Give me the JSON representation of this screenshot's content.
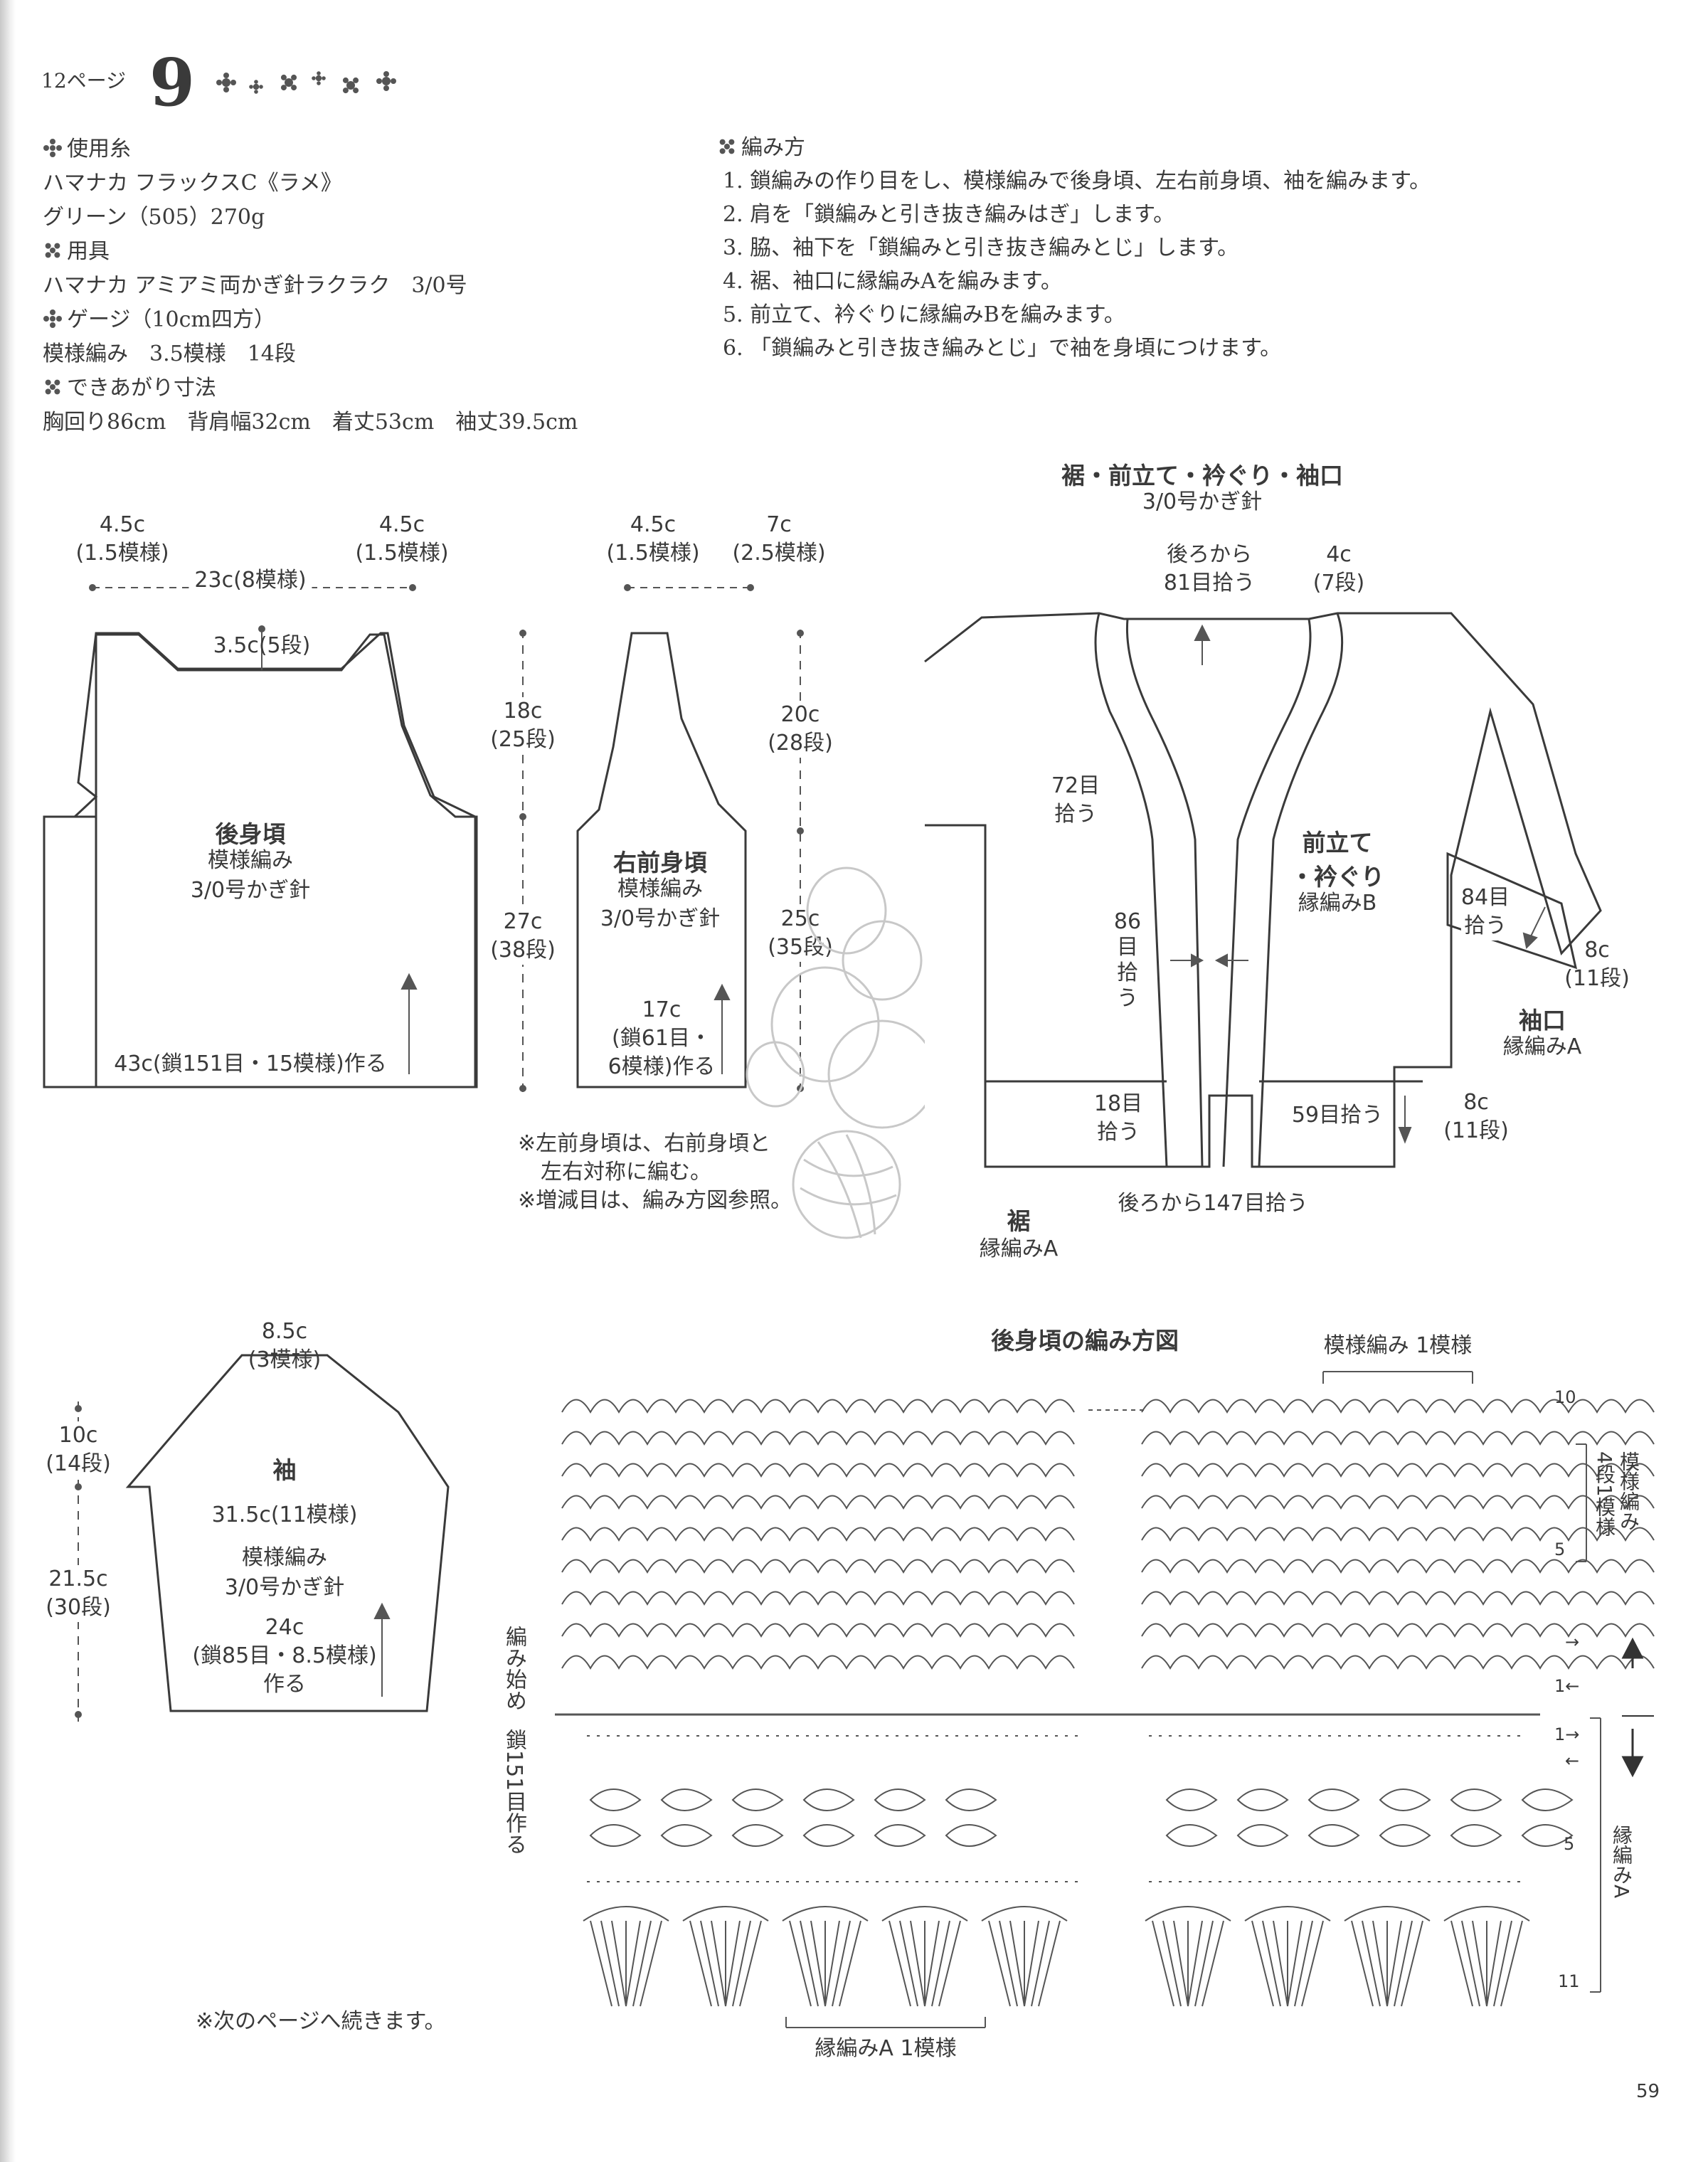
{
  "header": {
    "page_ref": "12ページ",
    "pattern_number": "9"
  },
  "materials": {
    "yarn_heading": "使用糸",
    "yarn_line1": "ハマナカ フラックスC《ラメ》",
    "yarn_line2": "グリーン（505）270g",
    "tools_heading": "用具",
    "tools_line1": "ハマナカ アミアミ両かぎ針ラクラク　3/0号",
    "gauge_heading": "ゲージ（10cm四方）",
    "gauge_line1": "模様編み　3.5模様　14段",
    "size_heading": "できあがり寸法",
    "size_line1": "胸回り86cm　背肩幅32cm　着丈53cm　袖丈39.5cm"
  },
  "instructions": {
    "heading": "編み方",
    "steps": [
      "1. 鎖編みの作り目をし、模様編みで後身頃、左右前身頃、袖を編みます。",
      "2. 肩を「鎖編みと引き抜き編みはぎ」します。",
      "3. 脇、袖下を「鎖編みと引き抜き編みとじ」します。",
      "4. 裾、袖口に縁編みAを編みます。",
      "5. 前立て、衿ぐりに縁編みBを編みます。",
      "6. 「鎖編みと引き抜き編みとじ」で袖を身頃につけます。"
    ]
  },
  "back_body": {
    "title": "後身頃",
    "stitch": "模様編み",
    "hook": "3/0号かぎ針",
    "shoulder_left": "4.5c",
    "shoulder_left_sub": "(1.5模様)",
    "shoulder_right": "4.5c",
    "shoulder_right_sub": "(1.5模様)",
    "back_width": "23c(8模様)",
    "neck_depth": "3.5c(5段)",
    "armhole": "18c",
    "armhole_sub": "(25段)",
    "side": "27c",
    "side_sub": "(38段)",
    "bottom": "43c(鎖151目・15模様)作る"
  },
  "front_body": {
    "title": "右前身頃",
    "stitch": "模様編み",
    "hook": "3/0号かぎ針",
    "shoulder": "4.5c",
    "shoulder_sub": "(1.5模様)",
    "neck": "7c",
    "neck_sub": "(2.5模様)",
    "armhole": "20c",
    "armhole_sub": "(28段)",
    "side": "25c",
    "side_sub": "(35段)",
    "bottom_1": "17c",
    "bottom_2": "(鎖61目・",
    "bottom_3": "6模様)作る",
    "note1": "※左前身頃は、右前身頃と",
    "note1b": "左右対称に編む。",
    "note2": "※増減目は、編み方図参照。"
  },
  "finishing": {
    "title": "裾・前立て・衿ぐり・袖口",
    "hook": "3/0号かぎ針",
    "back_pick": "後ろから",
    "back_pick2": "81目拾う",
    "band_width": "4c",
    "band_width_sub": "(7段)",
    "neck_pick": "72目",
    "neck_pick2": "拾う",
    "front_pick1": "86",
    "front_pick2": "目",
    "front_pick3": "拾",
    "front_pick4": "う",
    "front_band_title1": "前立て",
    "front_band_title2": "・衿ぐり",
    "front_band_stitch": "縁編みB",
    "cuff_pick": "84目",
    "cuff_pick2": "拾う",
    "cuff_len": "8c",
    "cuff_len_sub": "(11段)",
    "cuff_title": "袖口",
    "cuff_stitch": "縁編みA",
    "hem_left_pick": "18目",
    "hem_left_pick2": "拾う",
    "hem_right_pick": "59目拾う",
    "hem_len": "8c",
    "hem_len_sub": "(11段)",
    "hem_back_pick": "後ろから147目拾う",
    "hem_title": "裾",
    "hem_stitch": "縁編みA"
  },
  "sleeve": {
    "title": "袖",
    "top": "8.5c",
    "top_sub": "(3模様)",
    "cap": "10c",
    "cap_sub": "(14段)",
    "width": "31.5c(11模様)",
    "stitch": "模様編み",
    "hook": "3/0号かぎ針",
    "length": "21.5c",
    "length_sub": "(30段)",
    "bottom_1": "24c",
    "bottom_2": "(鎖85目・8.5模様)",
    "bottom_3": "作る"
  },
  "chart": {
    "title": "後身頃の編み方図",
    "repeat_label": "模様編み 1模様",
    "start_label": "編み始め",
    "chain_label": "鎖151目作る",
    "row_10": "10",
    "row_5": "5",
    "row_1": "1",
    "pattern_label": "模様編み",
    "repeat_rows": "4段1模様",
    "border_row_5": "5",
    "border_row_11": "11",
    "border_label": "縁編みA",
    "border_repeat": "縁編みA 1模様",
    "arrow_right": "→",
    "arrow_left": "←"
  },
  "footer": {
    "continue_note": "※次のページへ続きます。",
    "page_number": "59"
  }
}
